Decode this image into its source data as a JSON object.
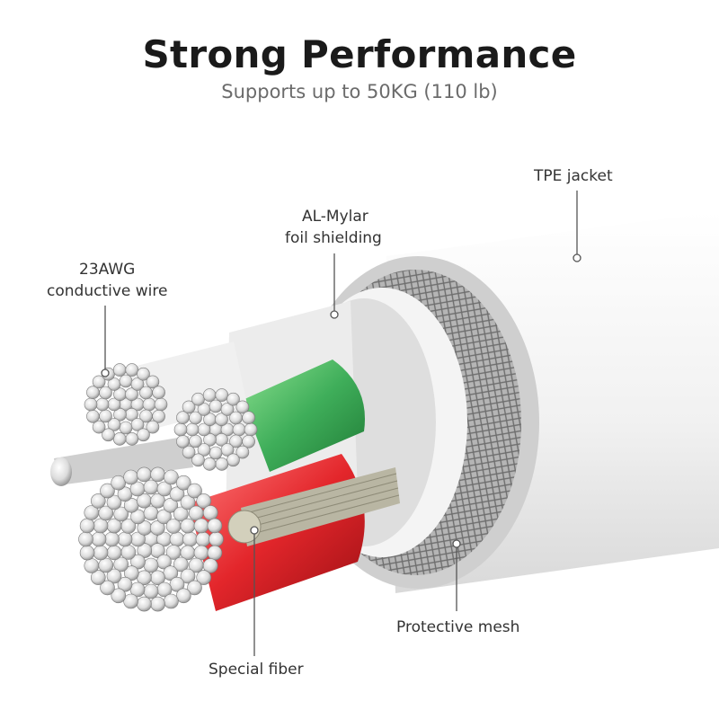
{
  "header": {
    "title": "Strong Performance",
    "subtitle": "Supports up to 50KG (110 lb)"
  },
  "labels": {
    "tpe_jacket": "TPE jacket",
    "al_mylar_line1": "AL-Mylar",
    "al_mylar_line2": "foil shielding",
    "awg_line1": "23AWG",
    "awg_line2": "conductive wire",
    "protective_mesh": "Protective mesh",
    "special_fiber": "Special fiber"
  },
  "colors": {
    "jacket": "#f2f2f2",
    "ring": "#c8c8c8",
    "mesh": "#9a9a9a",
    "foil": "#e6e6e6",
    "green_insulation": "#3fae5a",
    "red_insulation": "#e3262b",
    "strand": "#d8d8d8",
    "leader_line": "#555555"
  }
}
